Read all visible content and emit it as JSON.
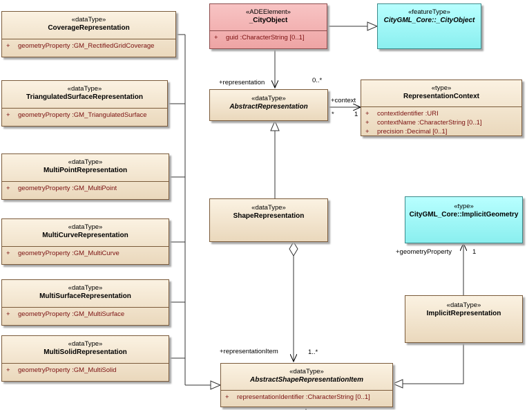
{
  "classes": {
    "coverage": {
      "stereotype": "«dataType»",
      "name": "CoverageRepresentation",
      "attrs": [
        {
          "vis": "+",
          "text": "geometryProperty  :GM_RectifiedGridCoverage"
        }
      ]
    },
    "triangulated": {
      "stereotype": "«dataType»",
      "name": "TriangulatedSurfaceRepresentation",
      "attrs": [
        {
          "vis": "+",
          "text": "geometryProperty  :GM_TriangulatedSurface"
        }
      ]
    },
    "multipoint": {
      "stereotype": "«dataType»",
      "name": "MultiPointRepresentation",
      "attrs": [
        {
          "vis": "+",
          "text": "geometryProperty  :GM_MultiPoint"
        }
      ]
    },
    "multicurve": {
      "stereotype": "«dataType»",
      "name": "MultiCurveRepresentation",
      "attrs": [
        {
          "vis": "+",
          "text": "geometryProperty  :GM_MultiCurve"
        }
      ]
    },
    "multisurface": {
      "stereotype": "«dataType»",
      "name": "MultiSurfaceRepresentation",
      "attrs": [
        {
          "vis": "+",
          "text": "geometryProperty  :GM_MultiSurface"
        }
      ]
    },
    "multisolid": {
      "stereotype": "«dataType»",
      "name": "MultiSolidRepresentation",
      "attrs": [
        {
          "vis": "+",
          "text": "geometryProperty  :GM_MultiSolid"
        }
      ]
    },
    "cityobject": {
      "stereotype": "«ADEElement»",
      "name": "_CityObject",
      "attrs": [
        {
          "vis": "+",
          "text": "guid  :CharacterString [0..1]"
        }
      ]
    },
    "core_cityobject": {
      "stereotype": "«featureType»",
      "name": "CityGML_Core::_CityObject"
    },
    "abstract_rep": {
      "stereotype": "«dataType»",
      "name": "AbstractRepresentation"
    },
    "rep_context": {
      "stereotype": "«type»",
      "name": "RepresentationContext",
      "attrs": [
        {
          "vis": "+",
          "text": "contextIdentifier  :URI"
        },
        {
          "vis": "+",
          "text": "contextName  :CharacterString [0..1]"
        },
        {
          "vis": "+",
          "text": "precision  :Decimal [0..1]"
        }
      ]
    },
    "shape_rep": {
      "stereotype": "«dataType»",
      "name": "ShapeRepresentation"
    },
    "implicit_geom": {
      "stereotype": "«type»",
      "name": "CityGML_Core::ImplicitGeometry"
    },
    "implicit_rep": {
      "stereotype": "«dataType»",
      "name": "ImplicitRepresentation"
    },
    "abstract_item": {
      "stereotype": "«dataType»",
      "name": "AbstractShapeRepresentationItem",
      "attrs": [
        {
          "vis": "+",
          "text": "representationIdentifier  :CharacterString [0..1]"
        }
      ]
    }
  },
  "labels": {
    "representation_role": "+representation",
    "representation_mult": "0..*",
    "context_role": "+context",
    "context_mult_source": "*",
    "context_mult_target": "1",
    "geometry_role": "+geometryProperty",
    "geometry_mult": "1",
    "item_role": "+representationItem",
    "item_mult": "1..*"
  }
}
